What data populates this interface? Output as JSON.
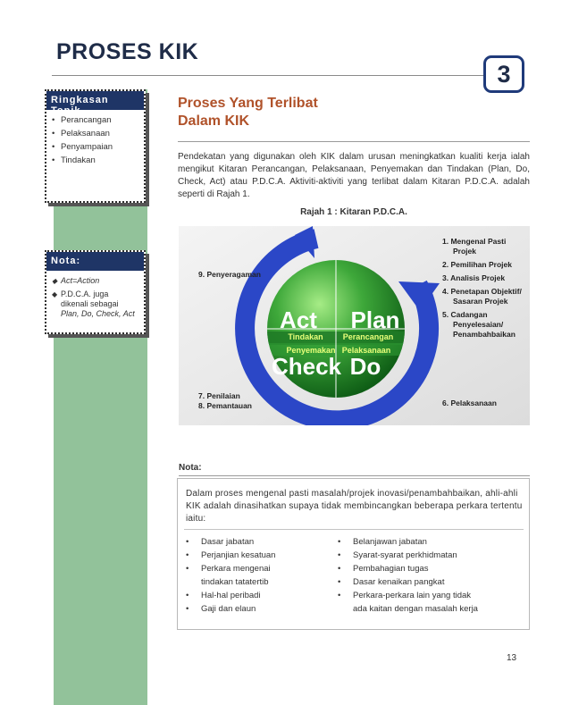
{
  "page": {
    "title": "PROSES KIK",
    "chapter": "3",
    "page_number": "13"
  },
  "sidebar": {
    "summary": {
      "heading": "Ringkasan Topik",
      "items": [
        "Perancangan",
        "Pelaksanaan",
        "Penyampaian",
        "Tindakan"
      ]
    },
    "note": {
      "heading": "Nota:",
      "items": [
        {
          "lines": [
            "Act=Action"
          ]
        },
        {
          "lines": [
            "P.D.C.A. juga",
            "dikenali sebagai",
            "Plan, Do, Check, Act"
          ]
        }
      ]
    }
  },
  "main": {
    "heading_line1": "Proses Yang Terlibat",
    "heading_line2": "Dalam KIK",
    "intro": "Pendekatan yang digunakan oleh KIK dalam urusan meningkatkan kualiti kerja ialah mengikut Kitaran Perancangan, Pelaksanaan, Penyemakan dan Tindakan (Plan, Do, Check, Act) atau P.D.C.A. Aktiviti-aktiviti yang terlibat dalam Kitaran P.D.C.A. adalah seperti di Rajah 1.",
    "figure_caption": "Rajah 1 : Kitaran P.D.C.A."
  },
  "diagram": {
    "quadrants": {
      "act": "Act",
      "plan": "Plan",
      "check": "Check",
      "do": "Do"
    },
    "sublabels": {
      "act": "Tindakan",
      "plan": "Perancangan",
      "check": "Penyemakan",
      "do": "Pelaksanaan"
    },
    "steps_plan": [
      "1. Mengenal Pasti",
      "Projek",
      "2. Pemilihan Projek",
      "3. Analisis Projek",
      "4. Penetapan Objektif/",
      "Sasaran Projek",
      "5. Cadangan",
      "Penyelesaian/",
      "Penambahbaikan"
    ],
    "step_do": "6. Pelaksanaan",
    "steps_check": [
      "7. Penilaian",
      "8. Pemantauan"
    ],
    "step_act": "9. Penyeragaman",
    "colors": {
      "background": "#e9e9e9",
      "ring": "#2b47c7",
      "globe_light": "#8be06f",
      "globe_dark": "#0f5e16",
      "band": "#1e7a26"
    }
  },
  "note_section": {
    "label": "Nota:",
    "paragraph": "Dalam proses mengenal pasti masalah/projek inovasi/penambahbaikan, ahli-ahli KIK adalah dinasihatkan supaya tidak membincangkan beberapa perkara tertentu iaitu:",
    "col1": [
      {
        "bullet": true,
        "text": "Dasar jabatan"
      },
      {
        "bullet": true,
        "text": "Perjanjian kesatuan"
      },
      {
        "bullet": true,
        "text": "Perkara mengenai"
      },
      {
        "bullet": false,
        "text": "tindakan tatatertib"
      },
      {
        "bullet": true,
        "text": "Hal-hal peribadi"
      },
      {
        "bullet": true,
        "text": "Gaji dan elaun"
      }
    ],
    "col2": [
      {
        "bullet": true,
        "text": "Belanjawan jabatan"
      },
      {
        "bullet": true,
        "text": "Syarat-syarat perkhidmatan"
      },
      {
        "bullet": true,
        "text": "Pembahagian tugas"
      },
      {
        "bullet": true,
        "text": "Dasar kenaikan pangkat"
      },
      {
        "bullet": true,
        "text": "Perkara-perkara lain yang tidak"
      },
      {
        "bullet": false,
        "text": "ada kaitan dengan masalah kerja"
      }
    ]
  }
}
